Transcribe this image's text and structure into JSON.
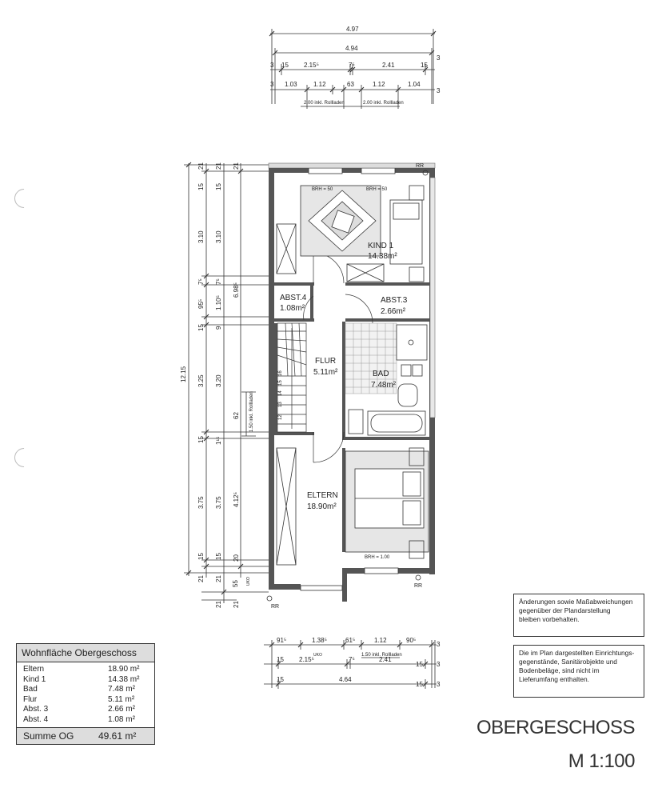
{
  "rooms": {
    "kind1": {
      "name": "KIND 1",
      "area": "14.38m²"
    },
    "abst4": {
      "name": "ABST.4",
      "area": "1.08m²"
    },
    "abst3": {
      "name": "ABST.3",
      "area": "2.66m²"
    },
    "flur": {
      "name": "FLUR",
      "area": "5.11m²"
    },
    "bad": {
      "name": "BAD",
      "area": "7.48m²"
    },
    "eltern": {
      "name": "ELTERN",
      "area": "18.90m²"
    }
  },
  "labels": {
    "brh_50_left": "BRH = 50",
    "brh_50_right": "BRH = 50",
    "brh_100": "BRH = 1.00",
    "rr_top": "RR",
    "rr_bottom_left": "RR",
    "rr_bottom_right": "RR"
  },
  "dims_top": {
    "overall": "4.97",
    "inner": "4.94",
    "row2": [
      "3",
      "15",
      "2.15⁵",
      "7⁵",
      "2.41",
      "15",
      "3"
    ],
    "row3": [
      "3",
      "1.03",
      "1.12",
      "63",
      "1.12",
      "1.04",
      "3"
    ],
    "row4": [
      "2.00 inkl. Rollladen",
      "2.00 inkl. Rollladen"
    ]
  },
  "dims_bottom": {
    "row1": [
      "91⁵",
      "1.38⁵",
      "61⁵",
      "1.12",
      "90⁵",
      "3"
    ],
    "row1_sub": [
      "UKO",
      "1.50 inkl. Rollladen"
    ],
    "row2": [
      "15",
      "2.15⁵",
      "7⁵",
      "2.41",
      "15",
      "3"
    ],
    "row3": [
      "15",
      "4.64",
      "15",
      "3"
    ]
  },
  "dims_left": {
    "overall": "12.15",
    "col1": [
      "21",
      "15",
      "3.10",
      "7⁵",
      "95⁵",
      "15",
      "3.25",
      "15",
      "3.75",
      "15",
      "21"
    ],
    "col2": [
      "21",
      "15",
      "3.10",
      "7⁵",
      "1.10⁵",
      "9",
      "3.20",
      "62",
      "1¹⁵",
      "3.75",
      "15",
      "21",
      "55"
    ],
    "col3": [
      "21",
      "6.98⁵",
      "1.50 inkl. Rollladen",
      "4.12⁵",
      "20",
      "21"
    ],
    "col_small": [
      "UKO",
      "21"
    ]
  },
  "stair_steps": [
    "12",
    "13",
    "14",
    "15",
    "16"
  ],
  "area_table": {
    "title": "Wohnfläche Obergeschoss",
    "rows": [
      {
        "name": "Eltern",
        "value": "18.90 m²"
      },
      {
        "name": "Kind 1",
        "value": "14.38 m²"
      },
      {
        "name": "Bad",
        "value": "7.48 m²"
      },
      {
        "name": "Flur",
        "value": "5.11 m²"
      },
      {
        "name": "Abst. 3",
        "value": "2.66 m²"
      },
      {
        "name": "Abst. 4",
        "value": "1.08 m²"
      }
    ],
    "sum_label": "Summe OG",
    "sum_value": "49.61 m²"
  },
  "notes": {
    "note1": [
      "Änderungen sowie Maßabweichungen",
      "gegenüber der Plandarstellung",
      "bleiben vorbehalten."
    ],
    "note2": [
      "Die im Plan dargestellten Einrichtungs-",
      "gegenstände, Sanitärobjekte und",
      "Bodenbeläge, sind nicht im",
      "Lieferumfang enthalten."
    ]
  },
  "title": {
    "floor": "OBERGESCHOSS",
    "scale": "M 1:100"
  }
}
